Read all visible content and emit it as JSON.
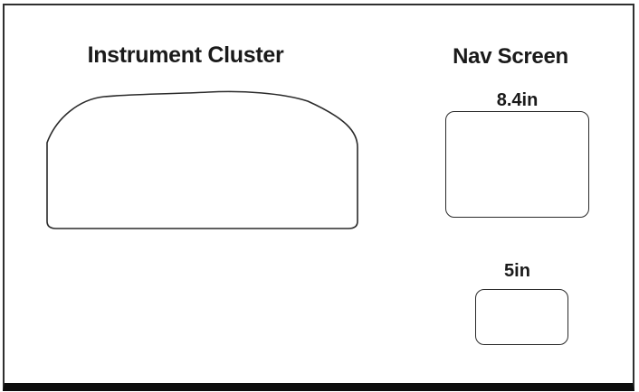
{
  "diagram": {
    "instrument_cluster": {
      "title": "Instrument Cluster"
    },
    "nav_screen": {
      "title": "Nav Screen",
      "size_label": "8.4in"
    },
    "aux_screen": {
      "size_label": "5in"
    }
  },
  "colors": {
    "background": "#ffffff",
    "outline": "#2a2a2a",
    "text": "#1a1a1a",
    "frame_border": "#2f2f2f",
    "bottom_bar": "#0d0d0d"
  }
}
